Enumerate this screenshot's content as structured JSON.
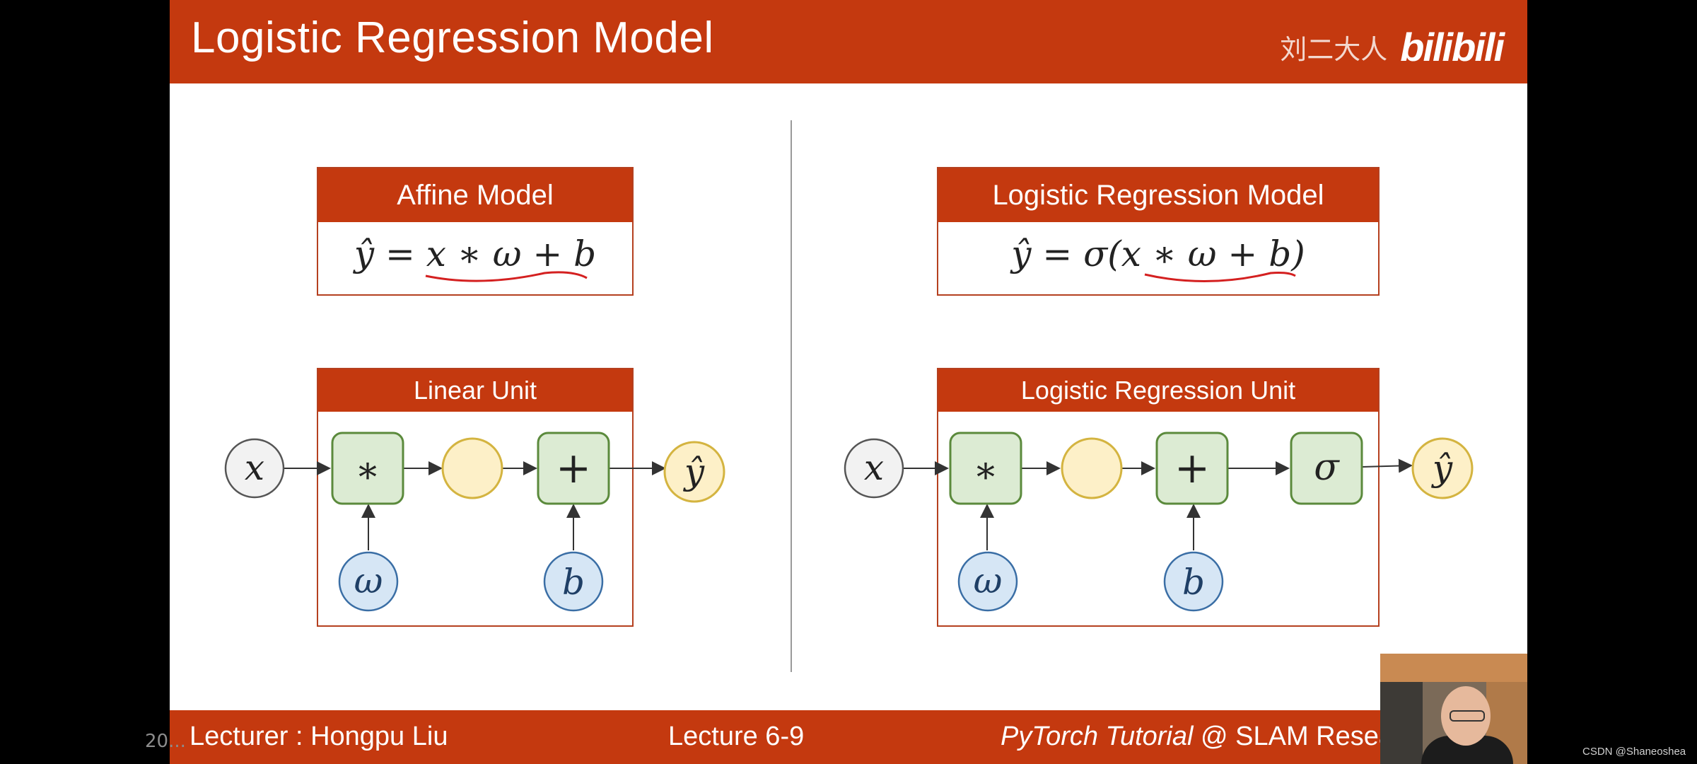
{
  "slide": {
    "title": "Logistic Regression Model",
    "brand_author": "刘二大人",
    "brand_logo": "bilibili"
  },
  "left": {
    "model_title": "Affine Model",
    "formula": "ŷ = x ∗ ω + b",
    "unit_title": "Linear Unit",
    "nodes": {
      "input": "x",
      "mul": "∗",
      "add": "+",
      "weight": "ω",
      "bias": "b",
      "output": "ŷ"
    }
  },
  "right": {
    "model_title": "Logistic Regression Model",
    "formula": "ŷ = σ(x ∗ ω + b)",
    "unit_title": "Logistic Regression Unit",
    "nodes": {
      "input": "x",
      "mul": "∗",
      "add": "+",
      "sigma": "σ",
      "weight": "ω",
      "bias": "b",
      "output": "ŷ"
    }
  },
  "footer": {
    "lecturer": "Lecturer : Hongpu Liu",
    "lecture": "Lecture 6-9",
    "course_italic": "PyTorch Tutorial",
    "course_rest": " @ SLAM Resea"
  },
  "overlay": {
    "left_watermark": "20...",
    "right_watermark": "CSDN @Shaneoshea"
  },
  "colors": {
    "accent": "#c4390f",
    "mul_node_fill": "#dcebd3",
    "mul_node_stroke": "#5b8a3c",
    "hidden_node_fill": "#fdf0c8",
    "hidden_node_stroke": "#d4b440",
    "param_node_fill": "#d6e6f5",
    "param_node_stroke": "#3a6ea5",
    "input_node_fill": "#f2f2f2",
    "input_node_stroke": "#555555",
    "underline": "#d42020"
  }
}
